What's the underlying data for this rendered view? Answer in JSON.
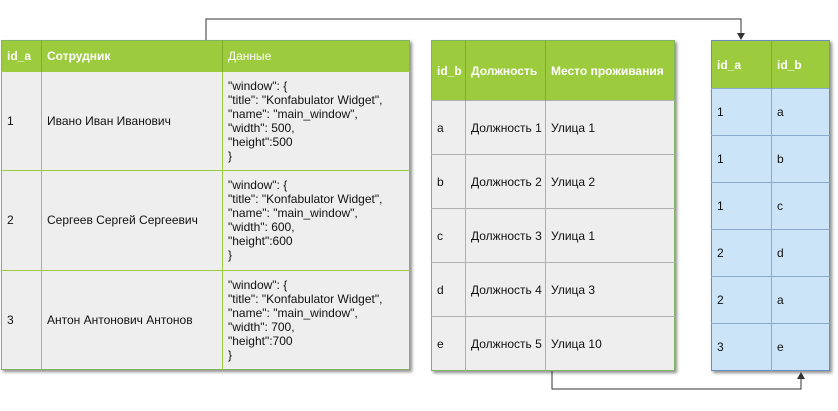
{
  "employees_table": {
    "headers": [
      "id_a",
      "Сотрудник",
      "Данные"
    ],
    "rows": [
      {
        "id": "1",
        "name": "Ивано Иван Иванович",
        "data": "\"window\": {\n\"title\": \"Konfabulator Widget\",\n\"name\": \"main_window\",\n\"width\": 500,\n\"height\":500\n}"
      },
      {
        "id": "2",
        "name": "Сергеев Сергей Сергеевич",
        "data": "\"window\": {\n\"title\": \"Konfabulator Widget\",\n\"name\": \"main_window\",\n\"width\": 600,\n\"height\":600\n}"
      },
      {
        "id": "3",
        "name": "Антон Антонович Антонов",
        "data": "\"window\": {\n\"title\": \"Konfabulator Widget\",\n\"name\": \"main_window\",\n\"width\": 700,\n\"height\":700\n}"
      }
    ]
  },
  "positions_table": {
    "headers": [
      "id_b",
      "Должность",
      "Место проживания"
    ],
    "rows": [
      {
        "id": "a",
        "position": "Должность 1",
        "address": "Улица 1"
      },
      {
        "id": "b",
        "position": "Должность 2",
        "address": "Улица 2"
      },
      {
        "id": "c",
        "position": "Должность 3",
        "address": "Улица 1"
      },
      {
        "id": "d",
        "position": "Должность 4",
        "address": "Улица 3"
      },
      {
        "id": "e",
        "position": "Должность 5",
        "address": "Улица 10"
      }
    ]
  },
  "link_table": {
    "headers": [
      "id_a",
      "id_b"
    ],
    "rows": [
      {
        "id_a": "1",
        "id_b": "a"
      },
      {
        "id_a": "1",
        "id_b": "b"
      },
      {
        "id_a": "1",
        "id_b": "c"
      },
      {
        "id_a": "2",
        "id_b": "d"
      },
      {
        "id_a": "2",
        "id_b": "a"
      },
      {
        "id_a": "3",
        "id_b": "e"
      }
    ]
  },
  "colors": {
    "header_green": "#9ccb3d",
    "row_gray": "#eeeeee",
    "link_blue": "#cce4f7",
    "connector": "#333333"
  }
}
